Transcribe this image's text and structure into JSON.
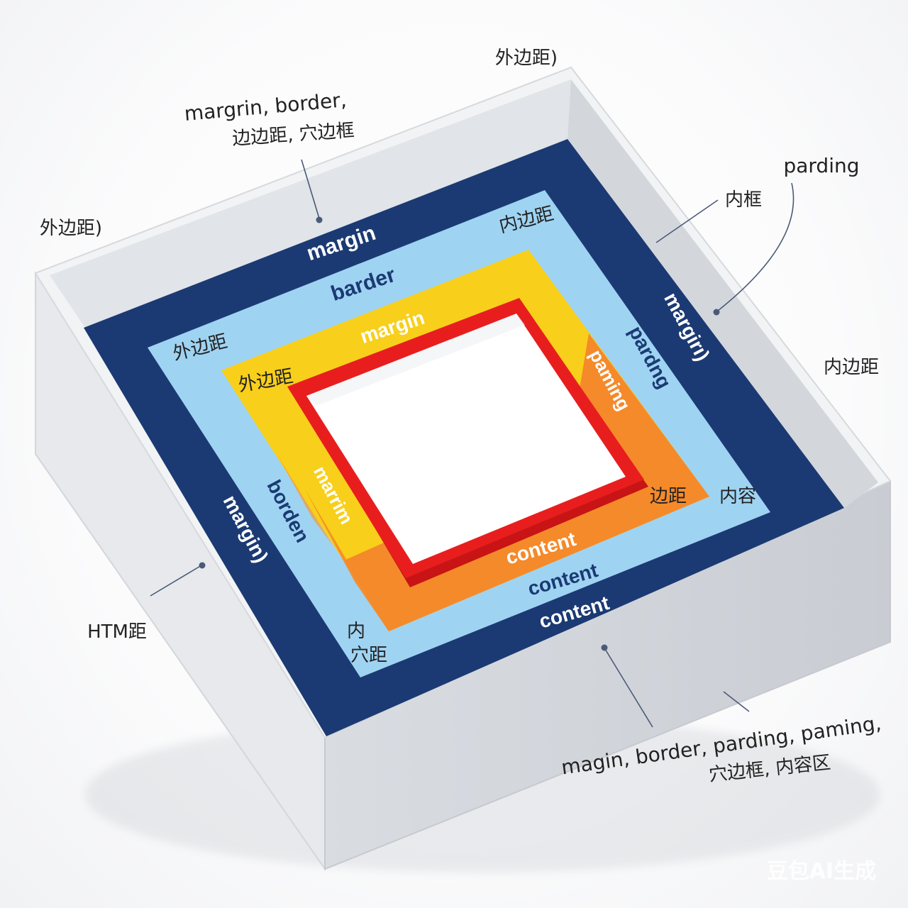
{
  "captions": {
    "top_outer": "外边距)",
    "top_left_line1": "margrin, border,",
    "top_left_line2": "边边距, ⽳边框",
    "left_outer": "外边距)",
    "right_parding": "parding",
    "right_neikuang": "内框",
    "right_neibianju": "内边距",
    "left_htm": "HTM距",
    "bottom_line1": "magin, border, parding, paming,",
    "bottom_line2": "⽳边框, 内容区"
  },
  "bands": {
    "navy_top": "margin",
    "navy_right": "margirı)",
    "navy_left": "margin)",
    "navy_bottom": "content",
    "light_top": "barder",
    "light_topright": "内边距",
    "light_left": "外边距",
    "light_right": "pardng",
    "light_left_lower": "borden",
    "light_bottom": "content",
    "light_botleft_1": "内",
    "light_botleft_2": "⽳距",
    "light_botright": "内容",
    "yellow_top": "margin",
    "yellow_left": "外边距",
    "orange_right": "paming",
    "orange_left": "marrim",
    "orange_bottom": "content",
    "orange_botright": "边距"
  },
  "watermark": "豆包AI生成",
  "colors": {
    "box_wall": "#e4e6ea",
    "box_side": "#cfd2d8",
    "navy": "#1b3a73",
    "light_blue": "#9fd3f2",
    "yellow": "#f8cf1a",
    "orange": "#f58a2a",
    "red_border": "#e81e1e",
    "content_white": "#ffffff",
    "leader_line": "#4a5a78"
  }
}
